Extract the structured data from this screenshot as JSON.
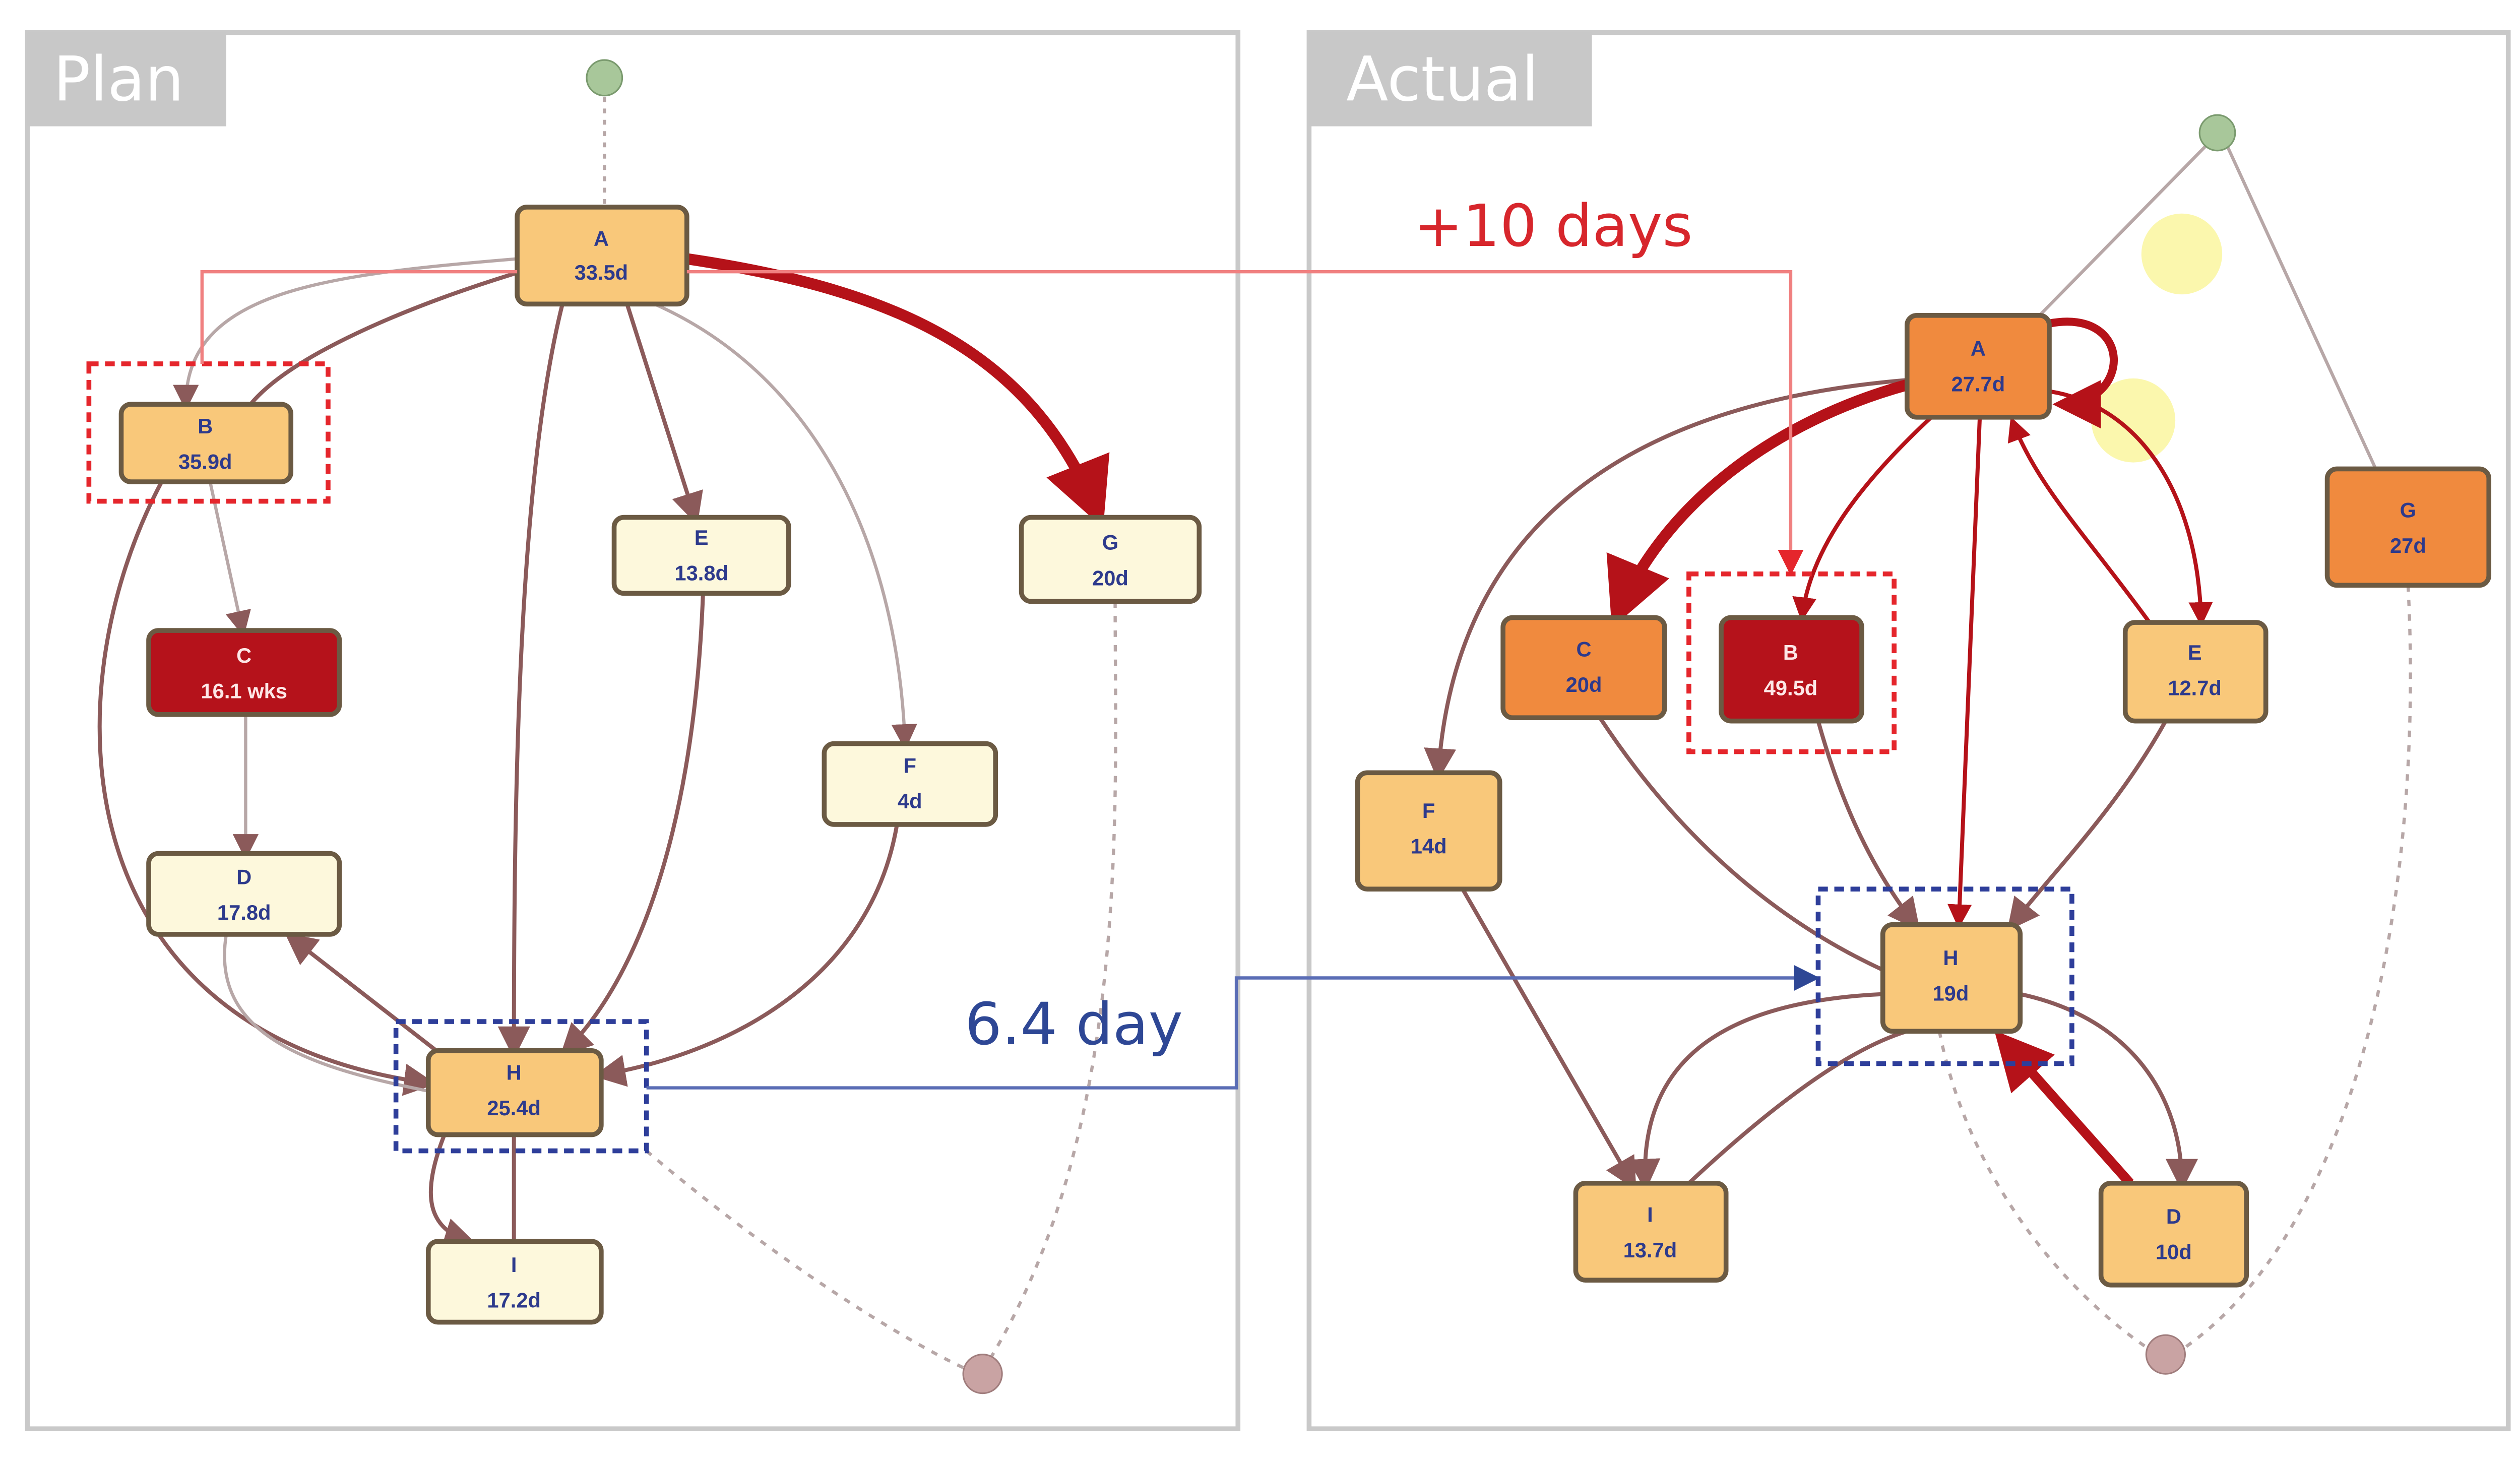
{
  "panels": {
    "plan": {
      "title": "Plan",
      "nodes": {
        "A": {
          "name": "A",
          "duration": "33.5d"
        },
        "B": {
          "name": "B",
          "duration": "35.9d"
        },
        "C": {
          "name": "C",
          "duration": "16.1 wks"
        },
        "D": {
          "name": "D",
          "duration": "17.8d"
        },
        "E": {
          "name": "E",
          "duration": "13.8d"
        },
        "F": {
          "name": "F",
          "duration": "4d"
        },
        "G": {
          "name": "G",
          "duration": "20d"
        },
        "H": {
          "name": "H",
          "duration": "25.4d"
        },
        "I": {
          "name": "I",
          "duration": "17.2d"
        }
      }
    },
    "actual": {
      "title": "Actual",
      "nodes": {
        "A": {
          "name": "A",
          "duration": "27.7d"
        },
        "B": {
          "name": "B",
          "duration": "49.5d"
        },
        "C": {
          "name": "C",
          "duration": "20d"
        },
        "D": {
          "name": "D",
          "duration": "10d"
        },
        "E": {
          "name": "E",
          "duration": "12.7d"
        },
        "F": {
          "name": "F",
          "duration": "14d"
        },
        "G": {
          "name": "G",
          "duration": "27d"
        },
        "H": {
          "name": "H",
          "duration": "19d"
        },
        "I": {
          "name": "I",
          "duration": "13.7d"
        }
      }
    }
  },
  "annotations": {
    "delay_label": "+10 days",
    "diff_label": "6.4 day"
  },
  "colors": {
    "light": "#fdf8dc",
    "medium": "#f9c87a",
    "high": "#f08a3e",
    "critical": "#b5121b",
    "highlight_red": "#e5262c",
    "highlight_blue": "#2e3e9a"
  }
}
